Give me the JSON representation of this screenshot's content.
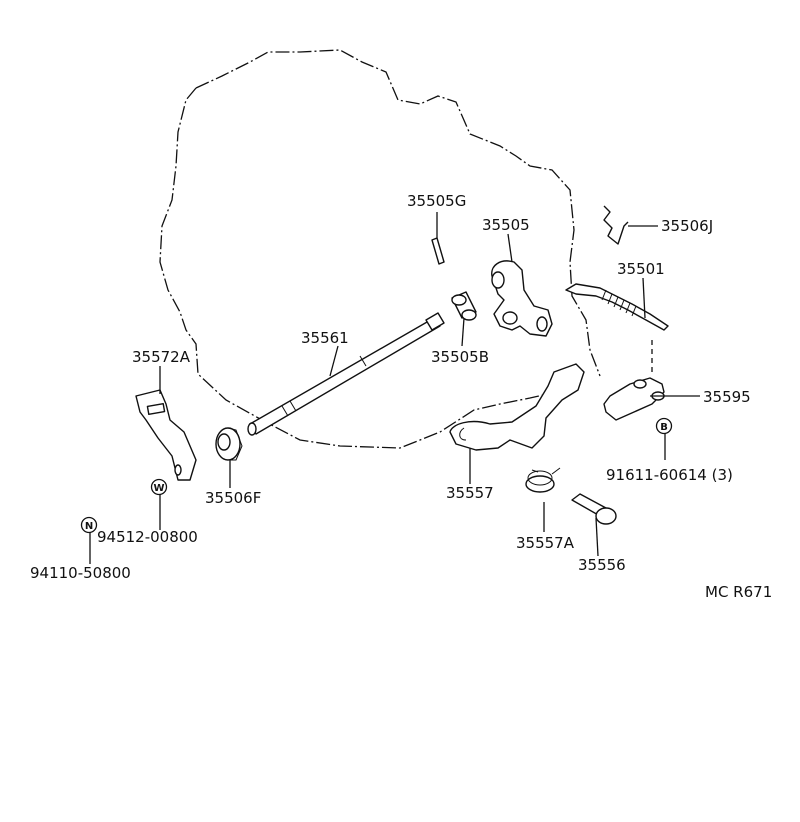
{
  "parts": [
    {
      "id": "p35505G",
      "number": "35505G"
    },
    {
      "id": "p35505",
      "number": "35505"
    },
    {
      "id": "p35506J",
      "number": "35506J"
    },
    {
      "id": "p35501",
      "number": "35501"
    },
    {
      "id": "p35561",
      "number": "35561"
    },
    {
      "id": "p35505B",
      "number": "35505B"
    },
    {
      "id": "p35572A",
      "number": "35572A"
    },
    {
      "id": "p35595",
      "number": "35595"
    },
    {
      "id": "p91611",
      "number": "91611-60614 (3)"
    },
    {
      "id": "p35506F",
      "number": "35506F"
    },
    {
      "id": "p35557",
      "number": "35557"
    },
    {
      "id": "p94512",
      "number": "94512-00800"
    },
    {
      "id": "p35557A",
      "number": "35557A"
    },
    {
      "id": "p35556",
      "number": "35556"
    },
    {
      "id": "p94110",
      "number": "94110-50800"
    }
  ],
  "badges": {
    "washer": "W",
    "nut": "N",
    "bolt": "B"
  },
  "diagram_code": "MC R671"
}
